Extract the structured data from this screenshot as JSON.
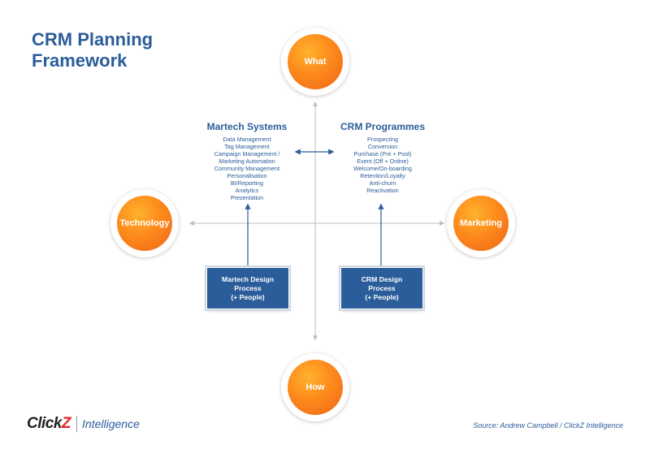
{
  "title_lines": [
    "CRM Planning",
    "Framework"
  ],
  "nodes": {
    "what": "What",
    "technology": "Technology",
    "marketing": "Marketing",
    "how": "How"
  },
  "martech_systems": {
    "title": "Martech Systems",
    "items": [
      "Data Management",
      "Tag Management",
      "Campaign Management /",
      "Marketing Automation",
      "Community Management",
      "Personalisation",
      "BI/Reporting",
      "Analytics",
      "Presentation"
    ]
  },
  "crm_programmes": {
    "title": "CRM Programmes",
    "items": [
      "Prospecting",
      "Conversion",
      "Purchase (Pre + Post)",
      "Event (Off + Online)",
      "Welcome/On-boarding",
      "Retention/Loyalty",
      "Anti-churn",
      "Reactivation"
    ]
  },
  "process_boxes": {
    "martech": [
      "Martech Design",
      "Process",
      "(+ People)"
    ],
    "crm": [
      "CRM Design",
      "Process",
      "(+ People)"
    ]
  },
  "logo": {
    "mark_main": "Click",
    "mark_accent": "Z",
    "sub": "Intelligence"
  },
  "source": "Source: Andrew Campbell / ClickZ Intelligence",
  "colors": {
    "brand_blue": "#2a5d9a",
    "orange": "#fd8a1b",
    "axis_grey": "#b8bec6",
    "logo_red": "#e3262b"
  }
}
